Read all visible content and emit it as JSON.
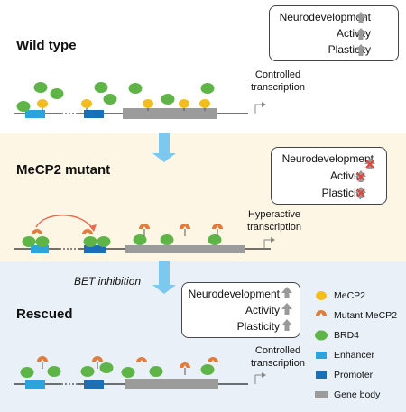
{
  "panels": {
    "wild_type": {
      "title": "Wild type",
      "box": {
        "row1": "Neurodevelopment",
        "row2": "Activity",
        "row3": "Plasticity"
      },
      "outcome": {
        "line1": "Controlled",
        "line2": "transcription"
      }
    },
    "mutant": {
      "title": "MeCP2 mutant",
      "box": {
        "row1": "Neurodevelopment",
        "row2": "Activity",
        "row3": "Plasticity"
      },
      "outcome": {
        "line1": "Hyperactive",
        "line2": "transcription"
      }
    },
    "rescued": {
      "title": "Rescued",
      "box": {
        "row1": "Neurodevelopment",
        "row2": "Activity",
        "row3": "Plasticity"
      },
      "outcome": {
        "line1": "Controlled",
        "line2": "transcription"
      }
    }
  },
  "treatment": "BET inhibition",
  "legend": [
    {
      "label": "MeCP2",
      "color": "#f2bd1d"
    },
    {
      "label": "Mutant MeCP2",
      "color": "#e27c3d"
    },
    {
      "label": "BRD4",
      "color": "#5fb448"
    },
    {
      "label": "Enhancer",
      "color": "#2ba3dd"
    },
    {
      "label": "Promoter",
      "color": "#1b6fb5"
    },
    {
      "label": "Gene body",
      "color": "#9b9b9b"
    }
  ],
  "colors": {
    "up_arrow": "#999999",
    "cross": "#e0453b",
    "down_arrow": "#7cc8ee",
    "loop_arrow": "#e86a50"
  }
}
